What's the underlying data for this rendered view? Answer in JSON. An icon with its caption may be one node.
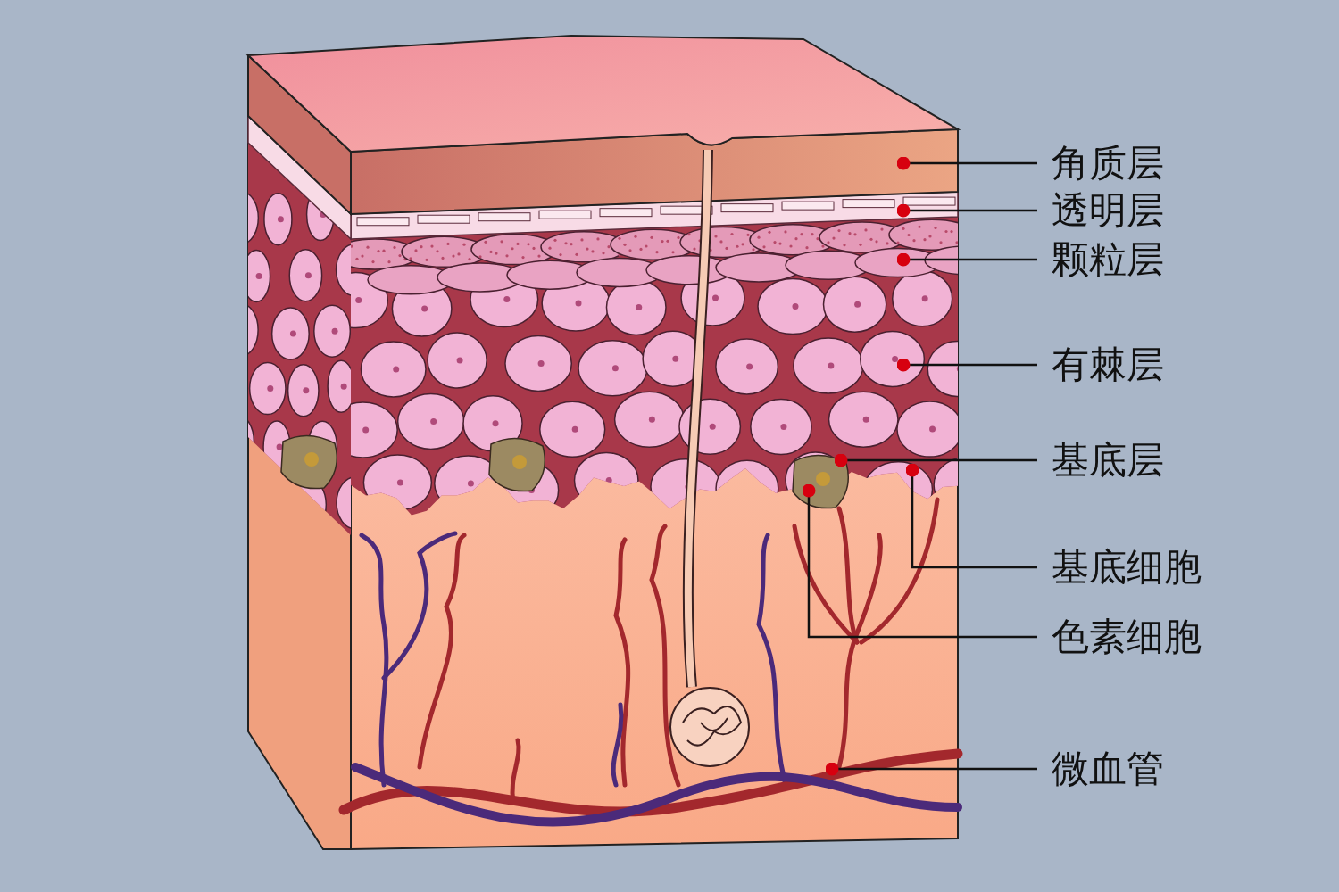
{
  "diagram": {
    "nodes": [
      {
        "text": [
          "角质层"
        ]
      },
      {
        "text": [
          "透明层"
        ]
      },
      {
        "text": [
          "颗粒层"
        ]
      },
      {
        "text": [
          "有棘层"
        ]
      },
      {
        "text": [
          "基底层"
        ]
      },
      {
        "text": [
          "基底细胞"
        ]
      },
      {
        "text": [
          "色素细胞"
        ]
      },
      {
        "text": [
          "微血管"
        ]
      }
    ],
    "edges": [
      {
        "from": 0,
        "to": null,
        "arrow": "other"
      },
      {
        "from": 1,
        "to": null,
        "arrow": "other"
      },
      {
        "from": 2,
        "to": null,
        "arrow": "other"
      },
      {
        "from": 3,
        "to": null,
        "arrow": "other"
      },
      {
        "from": 4,
        "to": null,
        "arrow": "other"
      },
      {
        "from": 5,
        "to": null,
        "arrow": "other"
      },
      {
        "from": 6,
        "to": null,
        "arrow": "other"
      },
      {
        "from": 7,
        "to": null,
        "arrow": "other"
      }
    ]
  }
}
